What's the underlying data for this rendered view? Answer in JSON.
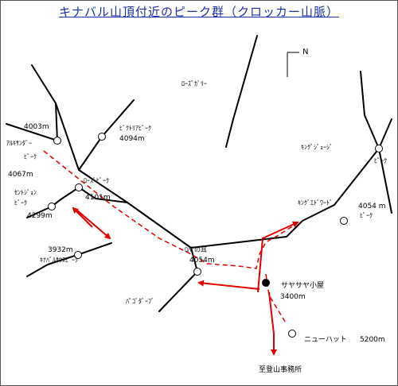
{
  "title": "キナバル山頂付近のピーク群（クロッカー山脈）",
  "north": "N",
  "peaks": {
    "alexandra": {
      "elev": "4003m",
      "name1": "ｱﾙｷｻﾝﾀﾞｰ",
      "name2": "ﾋﾟｰｸ"
    },
    "victoria": {
      "name": "ﾋﾞｸﾄﾘｱﾋﾟｰｸ",
      "elev": "4094m"
    },
    "unnamed_left": {
      "elev": "4067m"
    },
    "st_john": {
      "name1": "ｾﾝﾄｼﾞｮﾝ",
      "name2": "ﾋﾟｰｸ",
      "elev": "4299m"
    },
    "low": {
      "name": "ﾛｰｽﾞﾋﾟｰｸ",
      "elev": "4101m"
    },
    "kinabalu_south": {
      "elev": "3932m",
      "name": "ｷﾅﾊﾞﾙｻｳｽﾋﾟｰｸ"
    },
    "donkey_ears": {
      "name": "ﾛﾊﾞの耳",
      "elev": "4054m"
    },
    "king_edward": {
      "name": "ｷﾝｸﾞｴﾄﾞﾜｰﾄﾞ"
    },
    "king_edward_peak": {
      "elev": "4054 m",
      "name": "ﾋﾟｰｸ"
    },
    "king_george": {
      "name1": "ｷﾝｸﾞｼﾞｮｰｼﾞ",
      "name2": "ﾋﾟｰｸ"
    },
    "pagoda": {
      "name": "ﾊﾟｺﾞﾀﾞｰﾌﾞ"
    }
  },
  "gully": {
    "name": "ﾛｰｽﾞｶﾞﾘｰ"
  },
  "huts": {
    "sayat": {
      "name": "サヤサヤ小屋",
      "elev": "3400m"
    },
    "new_hut": {
      "name": "ニューハット",
      "elev": "5200m"
    }
  },
  "office": {
    "name": "至登山事務所"
  },
  "colors": {
    "title": "#1b2fa8",
    "ridge": "#000000",
    "trail": "#e00000",
    "arrow": "#e00000"
  }
}
